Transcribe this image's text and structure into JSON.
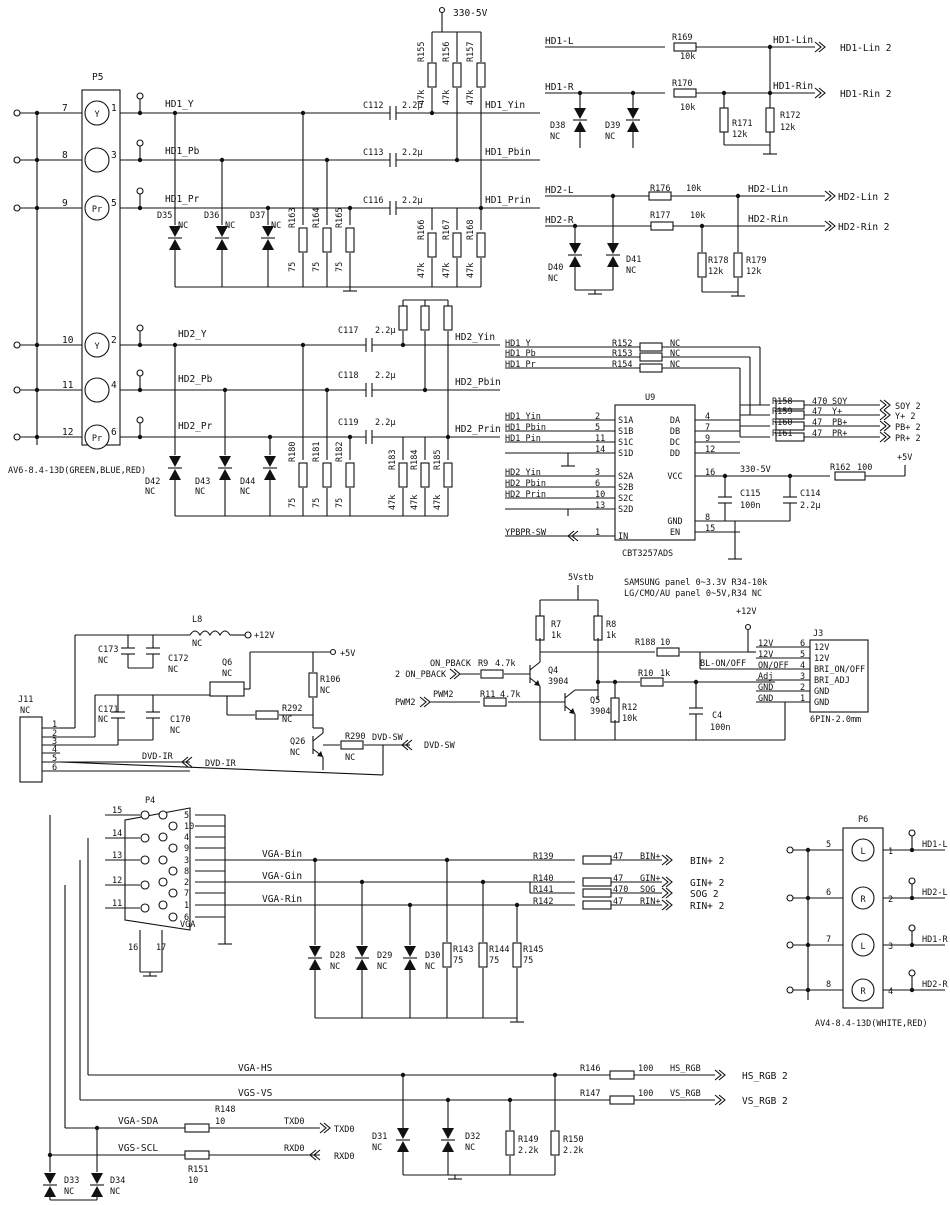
{
  "connectors": {
    "p5": {
      "ref": "P5",
      "desc": "AV6-8.4-13D(GREEN,BLUE,RED)",
      "rows": [
        {
          "pin_left": "7",
          "letter": "Y",
          "pin_right": "1",
          "net": "HD1_Y",
          "cap": "C112",
          "cap_val": "2.2μ",
          "out": "HD1_Yin"
        },
        {
          "pin_left": "8",
          "letter": "",
          "pin_right": "3",
          "net": "HD1_Pb",
          "cap": "C113",
          "cap_val": "2.2μ",
          "out": "HD1_Pbin"
        },
        {
          "pin_left": "9",
          "letter": "Pr",
          "pin_right": "5",
          "net": "HD1_Pr",
          "cap": "C116",
          "cap_val": "2.2μ",
          "out": "HD1_Prin"
        },
        {
          "pin_left": "10",
          "letter": "Y",
          "pin_right": "2",
          "net": "HD2_Y",
          "cap": "C117",
          "cap_val": "2.2μ",
          "out": "HD2_Yin"
        },
        {
          "pin_left": "11",
          "letter": "",
          "pin_right": "4",
          "net": "HD2_Pb",
          "cap": "C118",
          "cap_val": "2.2μ",
          "out": "HD2_Pbin"
        },
        {
          "pin_left": "12",
          "letter": "Pr",
          "pin_right": "6",
          "net": "HD2_Pr",
          "cap": "C119",
          "cap_val": "2.2μ",
          "out": "HD2_Prin"
        }
      ]
    },
    "p6": {
      "ref": "P6",
      "desc": "AV4-8.4-13D(WHITE,RED)",
      "rows": [
        {
          "pin_left": "5",
          "letter": "L",
          "pin_right": "1",
          "net": "HD1-L"
        },
        {
          "pin_left": "6",
          "letter": "R",
          "pin_right": "2",
          "net": "HD2-L"
        },
        {
          "pin_left": "7",
          "letter": "L",
          "pin_right": "3",
          "net": "HD1-R"
        },
        {
          "pin_left": "8",
          "letter": "R",
          "pin_right": "4",
          "net": "HD2-R"
        }
      ]
    },
    "p4": {
      "ref": "P4",
      "label": "VGA",
      "left_pins": [
        "15",
        "14",
        "13",
        "12",
        "11"
      ],
      "right_pins": [
        "5",
        "10",
        "4",
        "9",
        "3",
        "8",
        "2",
        "7",
        "1",
        "6"
      ],
      "bottom_pins": [
        "16",
        "17"
      ]
    },
    "j11": {
      "ref": "J11",
      "val": "NC",
      "pins": [
        "1",
        "2",
        "3",
        "4",
        "5",
        "6"
      ]
    },
    "j3": {
      "ref": "J3",
      "desc": "6PIN-2.0mm",
      "pins": [
        {
          "num": "6",
          "name": "12V",
          "net": "12V"
        },
        {
          "num": "5",
          "name": "12V",
          "net": "12V"
        },
        {
          "num": "4",
          "name": "BRI_ON/OFF",
          "net": "ON/OFF"
        },
        {
          "num": "3",
          "name": "BRI_ADJ",
          "net": "Adj"
        },
        {
          "num": "2",
          "name": "GND",
          "net": "GND"
        },
        {
          "num": "1",
          "name": "GND",
          "net": "GND"
        }
      ]
    }
  },
  "power": {
    "top": "330-5V",
    "plus5": "+5V",
    "plus12": "+12V",
    "fivevstb": "5Vstb",
    "u9_vcc": "330-5V",
    "u9_5v": "+5V"
  },
  "hd1": {
    "pullups": [
      {
        "ref": "R155",
        "val": "47k"
      },
      {
        "ref": "R156",
        "val": "47k"
      },
      {
        "ref": "R157",
        "val": "47k"
      }
    ],
    "pulldowns": [
      {
        "ref": "R166",
        "val": "47k"
      },
      {
        "ref": "R167",
        "val": "47k"
      },
      {
        "ref": "R168",
        "val": "47k"
      }
    ],
    "terms": [
      {
        "ref": "R163",
        "val": "75"
      },
      {
        "ref": "R164",
        "val": "75"
      },
      {
        "ref": "R165",
        "val": "75"
      }
    ],
    "diodes": [
      {
        "ref": "D35",
        "val": "NC"
      },
      {
        "ref": "D36",
        "val": "NC"
      },
      {
        "ref": "D37",
        "val": "NC"
      }
    ]
  },
  "hd2": {
    "pulls": [
      {
        "ref": "R183",
        "val": "47k"
      },
      {
        "ref": "R184",
        "val": "47k"
      },
      {
        "ref": "R185",
        "val": "47k"
      }
    ],
    "terms": [
      {
        "ref": "R180",
        "val": "75"
      },
      {
        "ref": "R181",
        "val": "75"
      },
      {
        "ref": "R182",
        "val": "75"
      }
    ],
    "diodes": [
      {
        "ref": "D42",
        "val": "NC"
      },
      {
        "ref": "D43",
        "val": "NC"
      },
      {
        "ref": "D44",
        "val": "NC"
      }
    ]
  },
  "audio": {
    "a1": {
      "in": "HD1-L",
      "r": "R169",
      "rv": "10k",
      "lin": "HD1-Lin",
      "out": "HD1-Lin 2"
    },
    "a2": {
      "in": "HD1-R",
      "r": "R170",
      "rv": "10k",
      "lin": "HD1-Rin",
      "out": "HD1-Rin 2"
    },
    "r171": {
      "ref": "R171",
      "val": "12k"
    },
    "r172": {
      "ref": "R172",
      "val": "12k"
    },
    "d38": {
      "ref": "D38",
      "val": "NC"
    },
    "d39": {
      "ref": "D39",
      "val": "NC"
    },
    "b1": {
      "in": "HD2-L",
      "r": "R176",
      "rv": "10k",
      "lin": "HD2-Lin",
      "out": "HD2-Lin 2"
    },
    "b2": {
      "in": "HD2-R",
      "r": "R177",
      "rv": "10k",
      "lin": "HD2-Rin",
      "out": "HD2-Rin 2"
    },
    "r178": {
      "ref": "R178",
      "val": "12k"
    },
    "r179": {
      "ref": "R179",
      "val": "12k"
    },
    "d40": {
      "ref": "D40",
      "val": "NC"
    },
    "d41": {
      "ref": "D41",
      "val": "NC"
    }
  },
  "u9": {
    "ref": "U9",
    "part": "CBT3257ADS",
    "left": [
      {
        "net": "HD1 Yin",
        "pin": "2",
        "name": "S1A"
      },
      {
        "net": "HD1 Pbin",
        "pin": "5",
        "name": "S1B"
      },
      {
        "net": "HD1 Pin",
        "pin": "11",
        "name": "S1C"
      },
      {
        "net": "",
        "pin": "14",
        "name": "S1D"
      },
      {
        "net": "HD2 Yin",
        "pin": "3",
        "name": "S2A"
      },
      {
        "net": "HD2 Pbin",
        "pin": "6",
        "name": "S2B"
      },
      {
        "net": "HD2 Prin",
        "pin": "10",
        "name": "S2C"
      },
      {
        "net": "",
        "pin": "13",
        "name": "S2D"
      },
      {
        "net": "YPBPR-SW",
        "pin": "1",
        "name": "IN"
      }
    ],
    "right": [
      {
        "pin": "4",
        "name": "DA"
      },
      {
        "pin": "7",
        "name": "DB"
      },
      {
        "pin": "9",
        "name": "DC"
      },
      {
        "pin": "12",
        "name": "DD"
      },
      {
        "pin": "16",
        "name": "VCC"
      },
      {
        "pin": "8",
        "name": "GND"
      },
      {
        "pin": "15",
        "name": "EN"
      }
    ],
    "series": [
      {
        "net": "HD1 Y",
        "ref": "R152",
        "val": "NC"
      },
      {
        "net": "HD1 Pb",
        "ref": "R153",
        "val": "NC"
      },
      {
        "net": "HD1 Pr",
        "ref": "R154",
        "val": "NC"
      }
    ],
    "outs": [
      {
        "ref": "R158",
        "val": "470",
        "net": "SOY",
        "out": "SOY 2"
      },
      {
        "ref": "R159",
        "val": "47",
        "net": "Y+",
        "out": "Y+ 2"
      },
      {
        "ref": "R160",
        "val": "47",
        "net": "PB+",
        "out": "PB+ 2"
      },
      {
        "ref": "R161",
        "val": "47",
        "net": "PR+",
        "out": "PR+ 2"
      }
    ],
    "c115": {
      "ref": "C115",
      "val": "100n"
    },
    "c114": {
      "ref": "C114",
      "val": "2.2μ"
    },
    "r162": {
      "ref": "R162",
      "val": "100"
    }
  },
  "bl": {
    "note1": "SAMSUNG panel 0~3.3V R34-10k",
    "note2": "LG/CMO/AU panel 0~5V,R34 NC",
    "r7": {
      "ref": "R7",
      "val": "1k"
    },
    "r8": {
      "ref": "R8",
      "val": "1k"
    },
    "r188": {
      "ref": "R188",
      "val": "10"
    },
    "r10": {
      "ref": "R10",
      "val": "1k"
    },
    "r9": {
      "ref": "R9",
      "val": "4.7k"
    },
    "r11": {
      "ref": "R11",
      "val": "4.7k"
    },
    "r12": {
      "ref": "R12",
      "val": "10k"
    },
    "c4": {
      "ref": "C4",
      "val": "100n"
    },
    "q4": {
      "ref": "Q4",
      "val": "3904"
    },
    "q5": {
      "ref": "Q5",
      "val": "3904"
    },
    "on_pback_in": "2 ON_PBACK",
    "on_pback": "ON_PBACK",
    "pwm2_in": "PWM2",
    "pwm2": "PWM2",
    "bl_net": "BL-ON/OFF"
  },
  "dvd": {
    "l8": {
      "ref": "L8",
      "val": "NC"
    },
    "c173": {
      "ref": "C173",
      "val": "NC"
    },
    "c172": {
      "ref": "C172",
      "val": "NC"
    },
    "c171": {
      "ref": "C171",
      "val": "NC"
    },
    "c170": {
      "ref": "C170",
      "val": "NC"
    },
    "q6": {
      "ref": "Q6",
      "val": "NC"
    },
    "r292": {
      "ref": "R292",
      "val": "NC"
    },
    "r106": {
      "ref": "R106",
      "val": "NC"
    },
    "q26": {
      "ref": "Q26",
      "val": "NC"
    },
    "r290": {
      "ref": "R290",
      "val": "NC"
    },
    "dvd_sw": "DVD-SW",
    "dvd_ir": "DVD-IR"
  },
  "vga": {
    "nets": [
      {
        "net": "VGA-Bin",
        "ref": "R139",
        "val": "47",
        "lab": "BIN+",
        "out": "BIN+ 2"
      },
      {
        "net": "VGA-Gin",
        "ref": "R140",
        "val": "47",
        "lab": "GIN+",
        "out": "GIN+ 2"
      },
      {
        "net": "",
        "ref": "R141",
        "val": "470",
        "lab": "SOG",
        "out": "SOG 2"
      },
      {
        "net": "VGA-Rin",
        "ref": "R142",
        "val": "47",
        "lab": "RIN+",
        "out": "RIN+ 2"
      }
    ],
    "diodes": [
      {
        "ref": "D28",
        "val": "NC"
      },
      {
        "ref": "D29",
        "val": "NC"
      },
      {
        "ref": "D30",
        "val": "NC"
      }
    ],
    "terms": [
      {
        "ref": "R143",
        "val": "75"
      },
      {
        "ref": "R144",
        "val": "75"
      },
      {
        "ref": "R145",
        "val": "75"
      }
    ],
    "hs": {
      "net": "VGA-HS",
      "ref": "R146",
      "val": "100",
      "lab": "HS_RGB",
      "out": "HS_RGB 2"
    },
    "vs": {
      "net": "VGS-VS",
      "ref": "R147",
      "val": "100",
      "lab": "VS_RGB",
      "out": "VS_RGB 2"
    },
    "sda": {
      "net": "VGA-SDA",
      "ref": "R148",
      "val": "10",
      "lab": "TXD0",
      "out": "TXD0"
    },
    "scl": {
      "net": "VGS-SCL",
      "ref": "R151",
      "val": "10",
      "lab": "RXD0",
      "out": "RXD0"
    },
    "d31": {
      "ref": "D31",
      "val": "NC"
    },
    "d32": {
      "ref": "D32",
      "val": "NC"
    },
    "r149": {
      "ref": "R149",
      "val": "2.2k"
    },
    "r150": {
      "ref": "R150",
      "val": "2.2k"
    },
    "d33": {
      "ref": "D33",
      "val": "NC"
    },
    "d34": {
      "ref": "D34",
      "val": "NC"
    }
  }
}
